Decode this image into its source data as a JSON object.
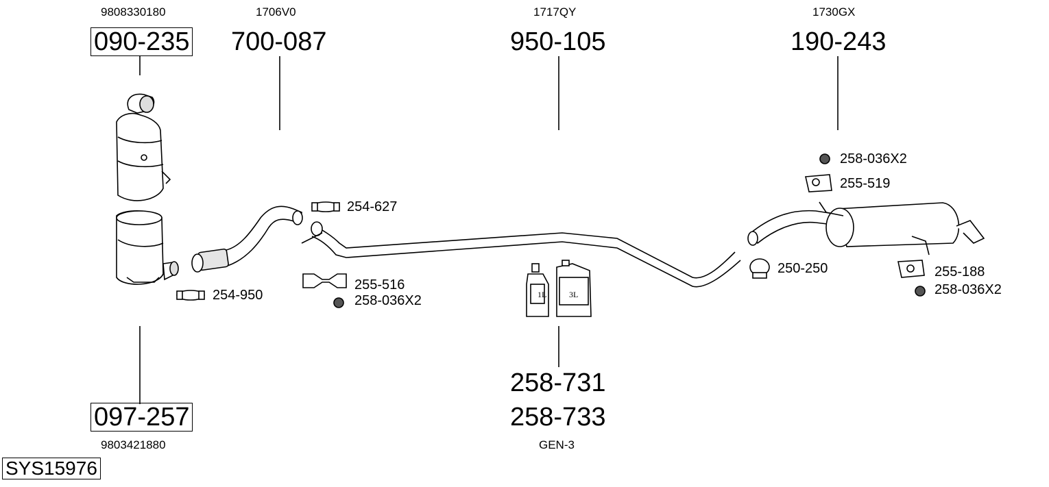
{
  "system_id": "SYS15976",
  "parts": {
    "cat_top": {
      "oem": "9808330180",
      "number": "090-235"
    },
    "front_pipe": {
      "oem": "1706V0",
      "number": "700-087"
    },
    "middle_pipe": {
      "oem": "1717QY",
      "number": "950-105"
    },
    "rear_silencer": {
      "oem": "1730GX",
      "number": "190-243"
    },
    "dpf_bottom": {
      "oem": "9803421880",
      "number": "097-257"
    },
    "fluid": {
      "number_1": "258-731",
      "number_2": "258-733",
      "note": "GEN-3"
    }
  },
  "fittings": {
    "clamp_254_627": "254-627",
    "clamp_254_950": "254-950",
    "hanger_255_516": "255-516",
    "nut_258_036_a": "258-036X2",
    "clamp_250_250": "250-250",
    "nut_258_036_b": "258-036X2",
    "hanger_255_519": "255-519",
    "hanger_255_188": "255-188",
    "nut_258_036_c": "258-036X2"
  },
  "containers": {
    "small": "1L",
    "large": "3L"
  }
}
